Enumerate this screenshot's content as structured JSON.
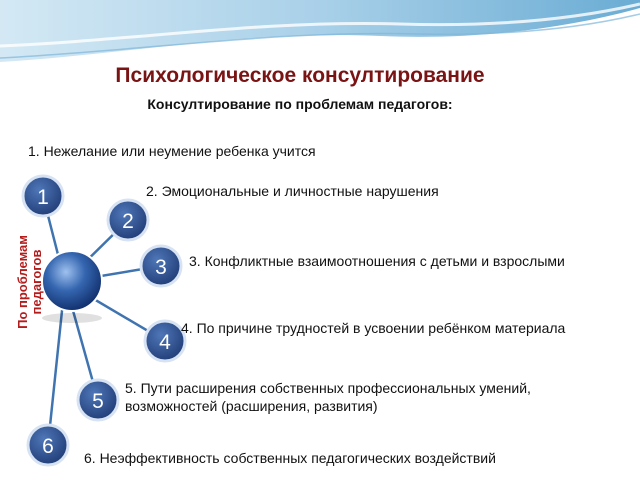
{
  "title": "Психологическое консултирование",
  "subtitle": "Консултирование по проблемам педагогов:",
  "side_label": [
    "По проблемам",
    "педагогов"
  ],
  "nodes": [
    {
      "number": "1",
      "text": "1. Нежелание или неумение ребенка учится"
    },
    {
      "number": "2",
      "text": "2. Эмоциональные и личностные нарушения"
    },
    {
      "number": "3",
      "text": "3. Конфликтные взаимоотношения с детьми и взрослыми"
    },
    {
      "number": "4",
      "text": "4. По причине трудностей в усвоении ребёнком материала"
    },
    {
      "number": "5",
      "text": "5. Пути расширения собственных профессиональных умений, возможностей (расширения, развития)"
    },
    {
      "number": "6",
      "text": "6. Неэффективность собственных педагогических воздействий"
    }
  ],
  "colors": {
    "title": "#7a1414",
    "side_label": "#b51c1c",
    "node_fill": "#2f4f8f",
    "connector": "#3f74b0",
    "wave": "#9fcbe6"
  }
}
